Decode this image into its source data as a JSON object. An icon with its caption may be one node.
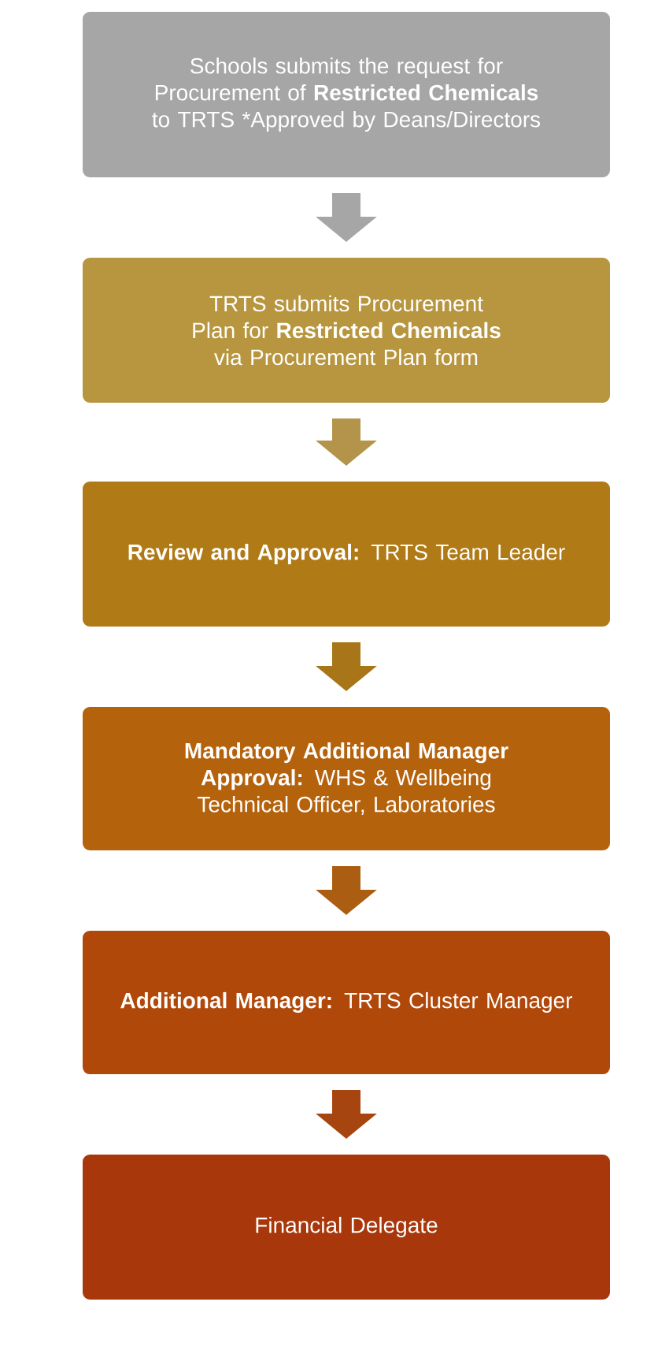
{
  "diagram": {
    "nodes": [
      {
        "text": [
          "Schools submits the request for Procurement of **Restricted Chemicals** to TRTS *Approved by Deans/Directors"
        ]
      },
      {
        "text": [
          "TRTS submits Procurement Plan for **Restricted Chemicals** via Procurement Plan form"
        ]
      },
      {
        "text": [
          "**Review and Approval:** TRTS Team Leader"
        ]
      },
      {
        "text": [
          "**Mandatory Additional Manager Approval:** WHS & Wellbeing Technical Officer, Laboratories"
        ]
      },
      {
        "text": [
          "**Additional Manager:** TRTS Cluster Manager"
        ]
      },
      {
        "text": [
          "Financial Delegate"
        ]
      }
    ],
    "edges": [
      {
        "from": 0,
        "to": 1,
        "arrow": "to",
        "color": "#a6a6a6"
      },
      {
        "from": 1,
        "to": 2,
        "arrow": "to",
        "color": "#b3944a"
      },
      {
        "from": 2,
        "to": 3,
        "arrow": "to",
        "color": "#a87518"
      },
      {
        "from": 3,
        "to": 4,
        "arrow": "to",
        "color": "#ab5e12"
      },
      {
        "from": 4,
        "to": 5,
        "arrow": "to",
        "color": "#a6450f"
      }
    ]
  }
}
